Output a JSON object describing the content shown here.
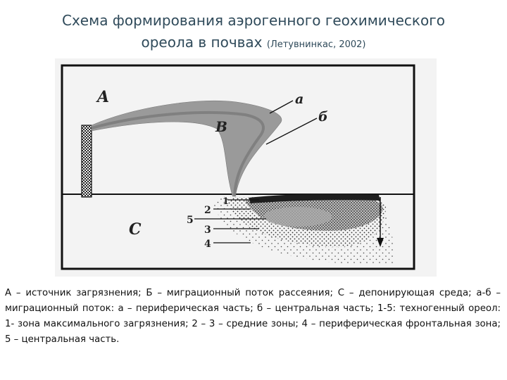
{
  "title": {
    "line1": "Схема формирования аэрогенного геохимического",
    "line2": "ореола в почвах",
    "reference": "(Летувнинкас, 2002)"
  },
  "diagram": {
    "labels": {
      "A": "A",
      "B": "B",
      "C": "C",
      "a": "а",
      "b": "б",
      "n1": "1",
      "n2": "2",
      "n3": "3",
      "n4": "4",
      "n5": "5"
    }
  },
  "caption": "А – источник загрязнения; Б – миграционный поток рассеяния; С – депонирующая среда; а-б – миграционный поток: а – периферическая часть; б – центральная часть; 1-5: техногенный ореол: 1- зона максимального загрязнения; 2 – 3 – средние зоны; 4 – периферическая фронтальная зона; 5 – центральная часть."
}
